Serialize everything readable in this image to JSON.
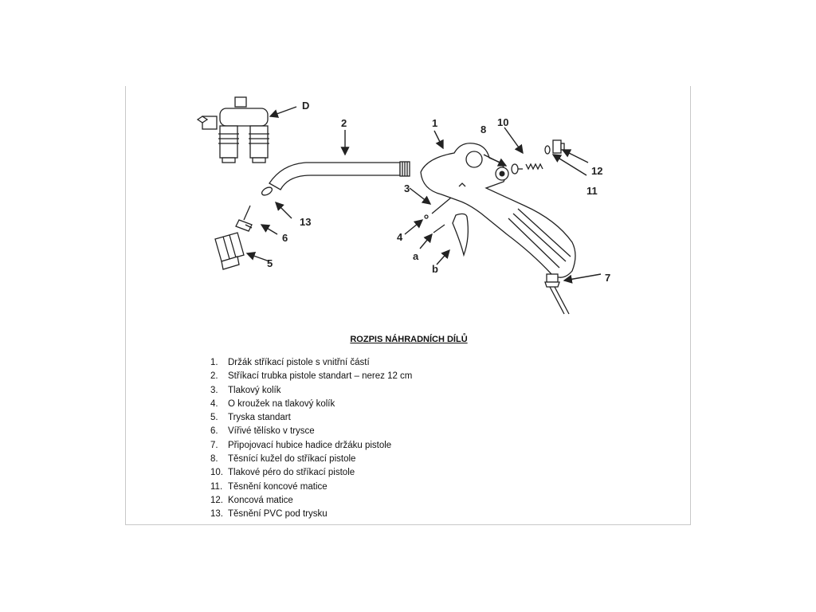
{
  "diagram": {
    "callouts": [
      "D",
      "2",
      "1",
      "8",
      "10",
      "12",
      "11",
      "3",
      "4",
      "a",
      "b",
      "13",
      "6",
      "5",
      "7"
    ]
  },
  "heading": "ROZPIS NÁHRADNÍCH DÍLŮ",
  "parts": [
    {
      "num": "1.",
      "text": "Držák stříkací pistole s vnitřní částí"
    },
    {
      "num": "2.",
      "text": "Stříkací trubka pistole standart – nerez 12 cm"
    },
    {
      "num": "3.",
      "text": "Tlakový kolík"
    },
    {
      "num": "4.",
      "text": "O kroužek na tlakový kolík"
    },
    {
      "num": "5.",
      "text": "Tryska standart"
    },
    {
      "num": "6.",
      "text": "Vířivé tělísko v trysce"
    },
    {
      "num": "7.",
      "text": "Připojovací hubice hadice držáku pistole"
    },
    {
      "num": "8.",
      "text": "Těsnící kužel do stříkací pistole"
    },
    {
      "num": "10.",
      "text": "Tlakové péro do stříkací pistole"
    },
    {
      "num": "11.",
      "text": "Těsnění koncové matice"
    },
    {
      "num": "12.",
      "text": "Koncová matice"
    },
    {
      "num": "13.",
      "text": "Těsnění PVC pod trysku"
    }
  ]
}
